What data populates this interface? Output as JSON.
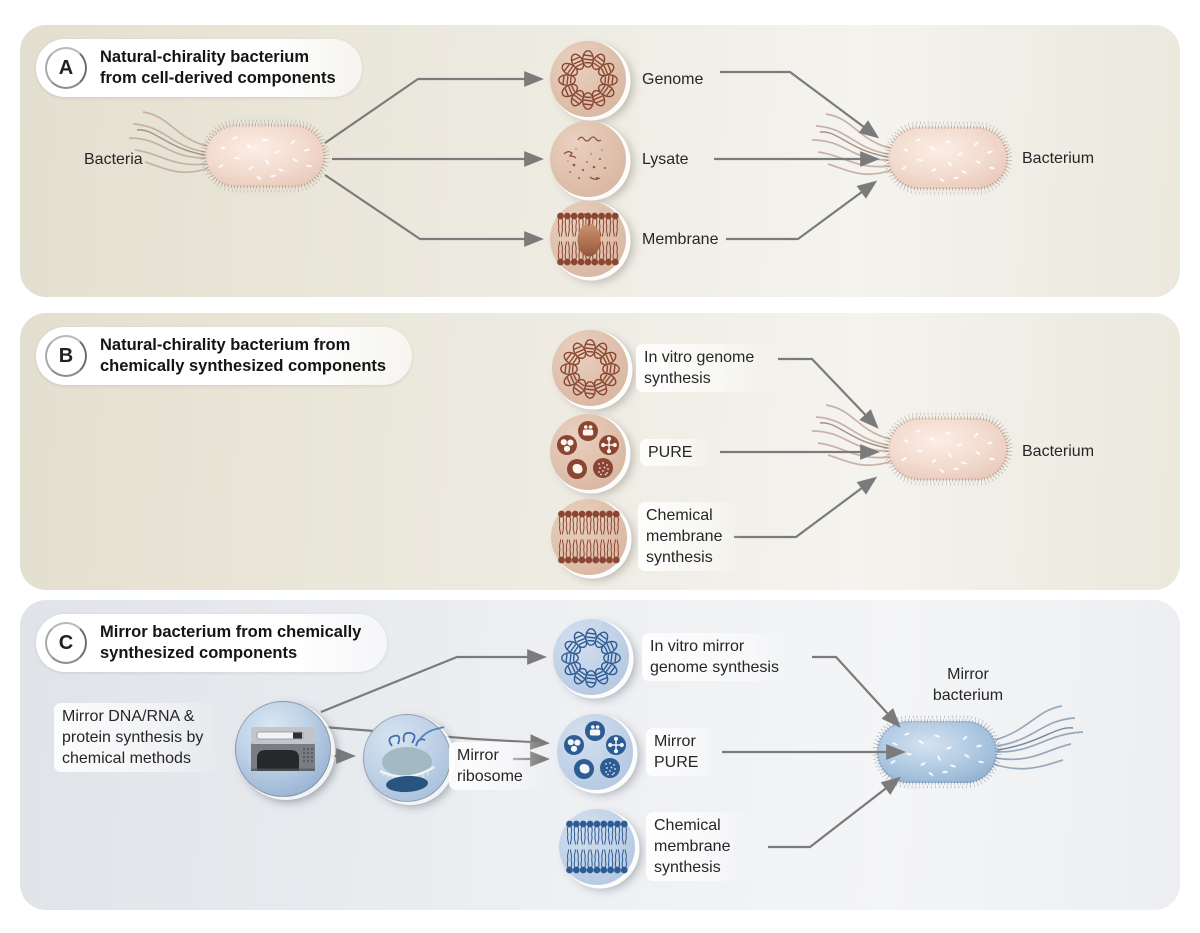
{
  "figure": {
    "panels": [
      {
        "id": "A",
        "badge": "A",
        "title": "Natural-chirality bacterium\nfrom cell-derived components",
        "source_label": "Bacteria",
        "components": [
          {
            "label": "Genome",
            "icon": "plasmid-icon"
          },
          {
            "label": "Lysate",
            "icon": "lysate-icon"
          },
          {
            "label": "Membrane",
            "icon": "membrane-protein-icon"
          }
        ],
        "result_label": "Bacterium"
      },
      {
        "id": "B",
        "badge": "B",
        "title": "Natural-chirality bacterium from\nchemically synthesized components",
        "components": [
          {
            "label": "In vitro genome\nsynthesis",
            "icon": "plasmid-icon"
          },
          {
            "label": "PURE",
            "icon": "pure-mix-icon"
          },
          {
            "label": "Chemical\nmembrane\nsynthesis",
            "icon": "membrane-bilayer-icon"
          }
        ],
        "result_label": "Bacterium"
      },
      {
        "id": "C",
        "badge": "C",
        "title": "Mirror bacterium from chemically\nsynthesized components",
        "source_label": "Mirror DNA/RNA &\nprotein synthesis by\nchemical methods",
        "machine_icon": "dna-synthesizer-icon",
        "ribosome_label": "Mirror\nribosome",
        "components": [
          {
            "label": "In vitro mirror\ngenome synthesis",
            "icon": "plasmid-icon"
          },
          {
            "label": "Mirror\nPURE",
            "icon": "pure-mix-icon"
          },
          {
            "label": "Chemical\nmembrane\nsynthesis",
            "icon": "membrane-bilayer-icon"
          }
        ],
        "result_label": "Mirror\nbacterium"
      }
    ],
    "colors": {
      "natural_accent": "#8a4632",
      "natural_circle_fill": "#ddbda9",
      "mirror_accent": "#2d5c94",
      "mirror_circle_fill": "#c3d4e8",
      "arrow": "#7b7b7b",
      "panel_ab_bg": "#e4e0d1",
      "panel_c_bg": "#e1e4e8"
    }
  }
}
